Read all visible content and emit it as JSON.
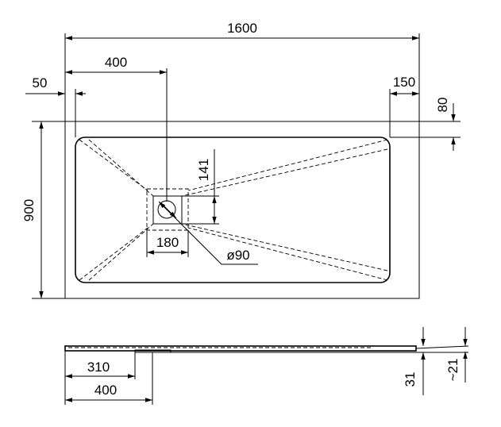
{
  "dimensions": {
    "length": "1600",
    "drain_offset_x": "400",
    "rim_left": "50",
    "rim_right": "150",
    "rim_top": "80",
    "width": "900",
    "drain_offset_y": "141",
    "drain_box": "180",
    "drain_diameter": "ø90",
    "profile_310": "310",
    "profile_400": "400",
    "height_total": "31",
    "height_tray": "~21"
  },
  "colors": {
    "line": "#000000",
    "background": "#ffffff"
  }
}
